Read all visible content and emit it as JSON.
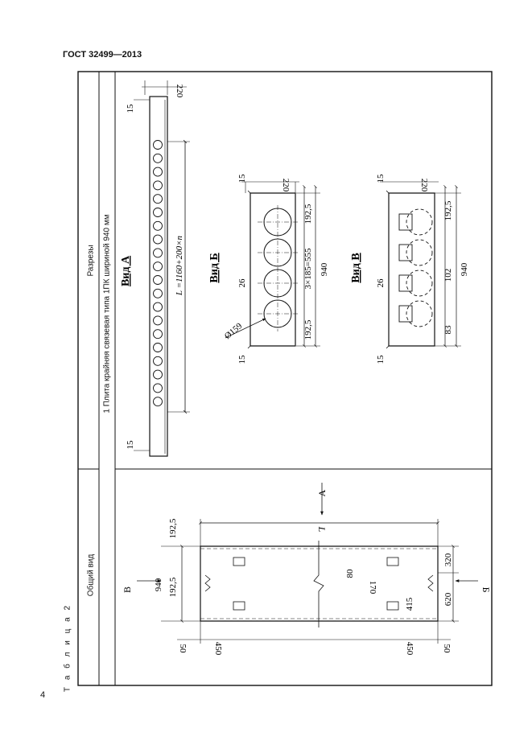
{
  "header": {
    "standard": "ГОСТ 32499—2013"
  },
  "page_number": "4",
  "table": {
    "label": "Т а б л и ц а   2",
    "col_general": "Общий вид",
    "col_sections": "Разрезы",
    "row_title": "1 Плита крайняя связевая типа 1ПК шириной 940 мм"
  },
  "views": {
    "a": "Вид А",
    "b": "Вид Б",
    "v": "Вид В",
    "arrow_a": "А",
    "arrow_b": "Б",
    "arrow_v": "В"
  },
  "dims": {
    "d220": "220",
    "d15": "15",
    "length": "L =1160+200×n",
    "d192_5": "192,5",
    "d26": "26",
    "d3x185": "3×185=555",
    "d940": "940",
    "d159": "Ø159",
    "d102": "102",
    "d83": "83",
    "dL": "L",
    "d320": "320",
    "d620": "620",
    "d415": "415",
    "d80": "80",
    "d170": "170",
    "d50": "50",
    "d450": "450"
  }
}
